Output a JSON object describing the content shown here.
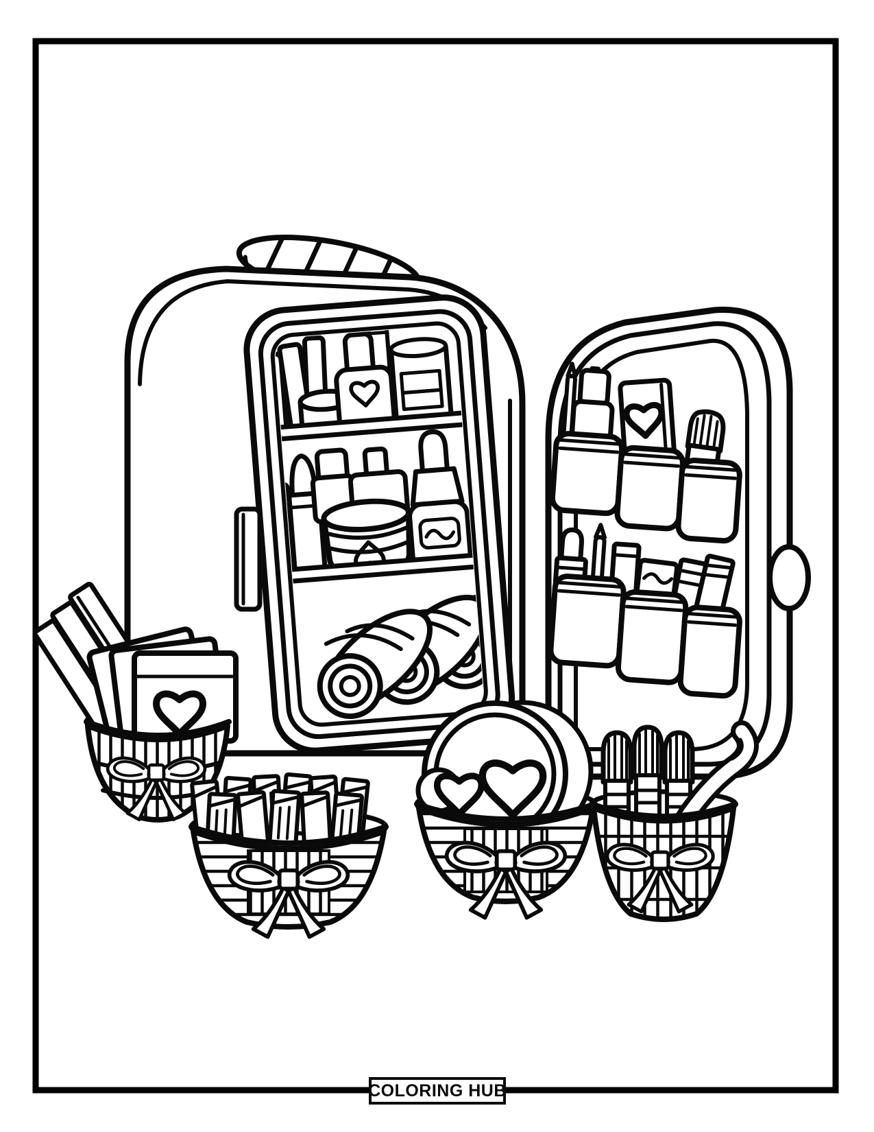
{
  "page": {
    "background_color": "#ffffff",
    "line_color": "#0a0a0a",
    "frame_color": "#000000"
  },
  "footer": {
    "brand_label": "COLORING HUB"
  },
  "illustration": {
    "subject": "makeup-beauty-fridge-coloring-page",
    "objects": [
      "mini-fridge",
      "fridge-top-handle",
      "cosmetic-shelves",
      "heart-nail-polish",
      "cream-jar",
      "rolled-towels",
      "open-fridge-door",
      "door-storage-pockets",
      "door-handle",
      "basket-of-palettes",
      "basket-of-lipsticks",
      "basket-of-compacts",
      "basket-of-brushes",
      "ribbon-bows"
    ]
  }
}
